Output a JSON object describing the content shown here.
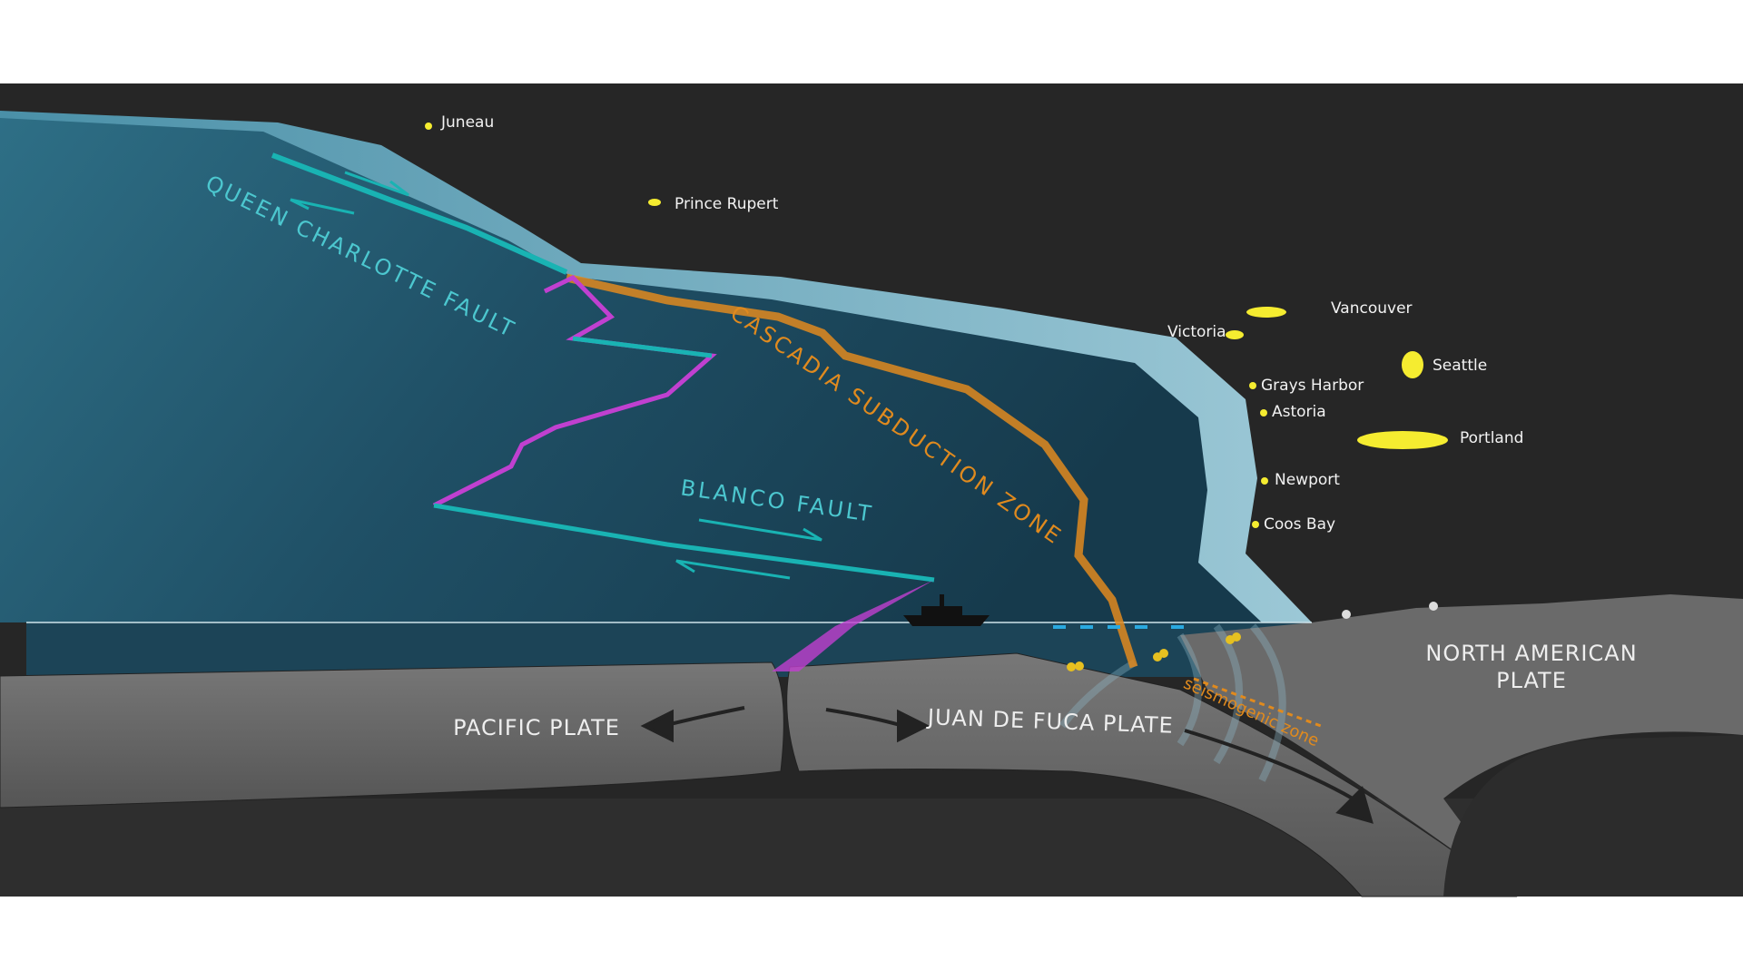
{
  "cities": [
    {
      "name": "Juneau"
    },
    {
      "name": "Prince Rupert"
    },
    {
      "name": "Vancouver"
    },
    {
      "name": "Victoria"
    },
    {
      "name": "Seattle"
    },
    {
      "name": "Grays Harbor"
    },
    {
      "name": "Astoria"
    },
    {
      "name": "Portland"
    },
    {
      "name": "Newport"
    },
    {
      "name": "Coos Bay"
    }
  ],
  "faults": {
    "queen_charlotte": "QUEEN CHARLOTTE FAULT",
    "cascadia": "CASCADIA SUBDUCTION ZONE",
    "blanco": "BLANCO FAULT"
  },
  "plates": {
    "pacific": "PACIFIC PLATE",
    "juan_de_fuca": "JUAN DE FUCA PLATE",
    "north_american_line1": "NORTH AMERICAN",
    "north_american_line2": "PLATE"
  },
  "seismogenic": "seismogenic zone",
  "colors": {
    "transform": "#19b3b3",
    "subduction": "#e08a1e",
    "ridge": "#c040d0",
    "city": "#f5ec30"
  }
}
